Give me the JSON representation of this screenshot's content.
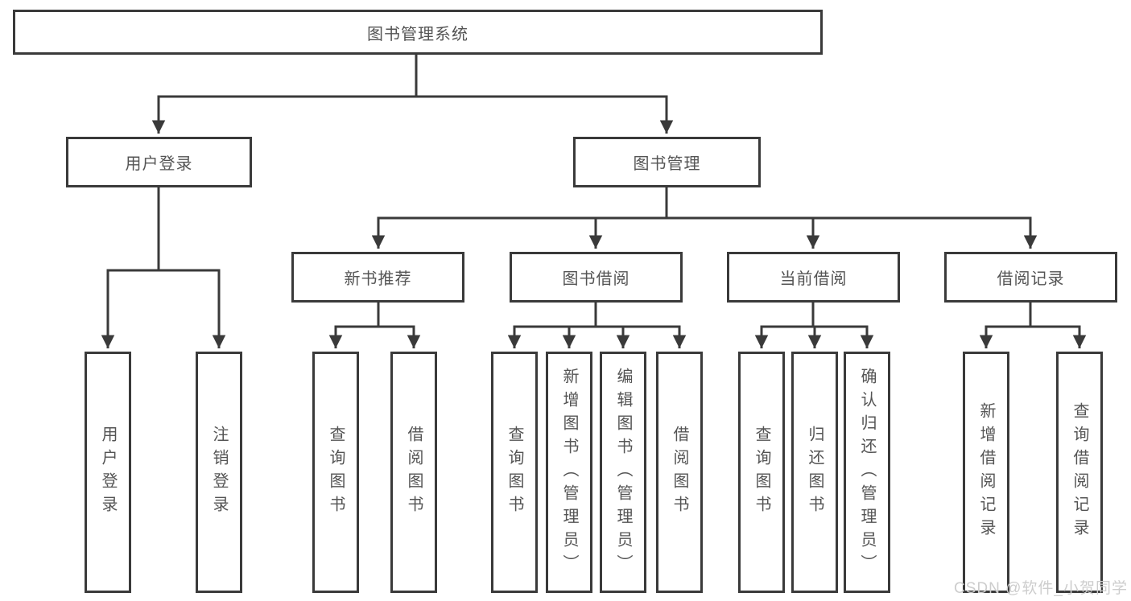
{
  "tree": {
    "label": "图书管理系统",
    "children": [
      {
        "label": "用户登录",
        "children": [
          {
            "label": "用户登录"
          },
          {
            "label": "注销登录"
          }
        ]
      },
      {
        "label": "图书管理",
        "children": [
          {
            "label": "新书推荐",
            "children": [
              {
                "label": "查询图书"
              },
              {
                "label": "借阅图书"
              }
            ]
          },
          {
            "label": "图书借阅",
            "children": [
              {
                "label": "查询图书"
              },
              {
                "label": "新增图书（管理员）"
              },
              {
                "label": "编辑图书（管理员）"
              },
              {
                "label": "借阅图书"
              }
            ]
          },
          {
            "label": "当前借阅",
            "children": [
              {
                "label": "查询图书"
              },
              {
                "label": "归还图书"
              },
              {
                "label": "确认归还（管理员）"
              }
            ]
          },
          {
            "label": "借阅记录",
            "children": [
              {
                "label": "新增借阅记录"
              },
              {
                "label": "查询借阅记录"
              }
            ]
          }
        ]
      }
    ]
  },
  "watermark": {
    "text": "CSDN @软件_小贺同学"
  },
  "colors": {
    "line": "#3a3a3a",
    "box_border": "#3a3a3a",
    "box_text": "#545454",
    "background": "#ffffff",
    "watermark": "#cdcdcd"
  }
}
